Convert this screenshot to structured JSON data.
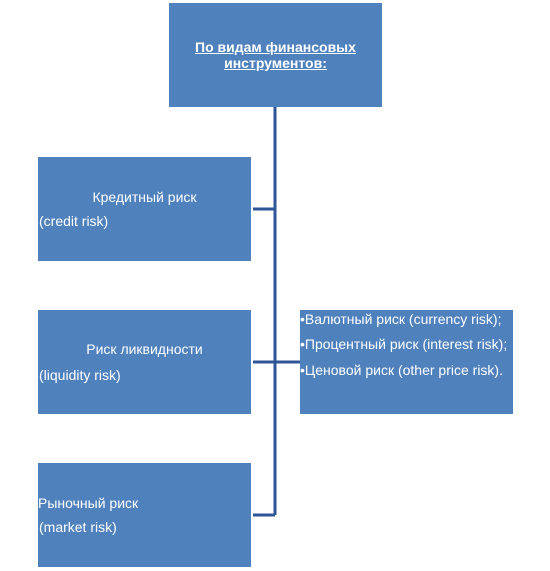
{
  "root": {
    "line1": "По видам финансовых",
    "line2": "инструментов:"
  },
  "children": [
    {
      "title": "Кредитный риск",
      "subtitle": "(credit risk)"
    },
    {
      "title": "Риск ликвидности",
      "subtitle": "(liquidity risk)"
    },
    {
      "title": "Рыночный риск",
      "subtitle": "(market risk)"
    }
  ],
  "market_details": [
    "•Валютный риск (currency risk);",
    "•Процентный риск (interest risk);",
    "•Ценовой риск (other price risk)."
  ],
  "colors": {
    "box_fill": "#4f81bd",
    "connector": "#2f5597",
    "text": "#ffffff"
  }
}
